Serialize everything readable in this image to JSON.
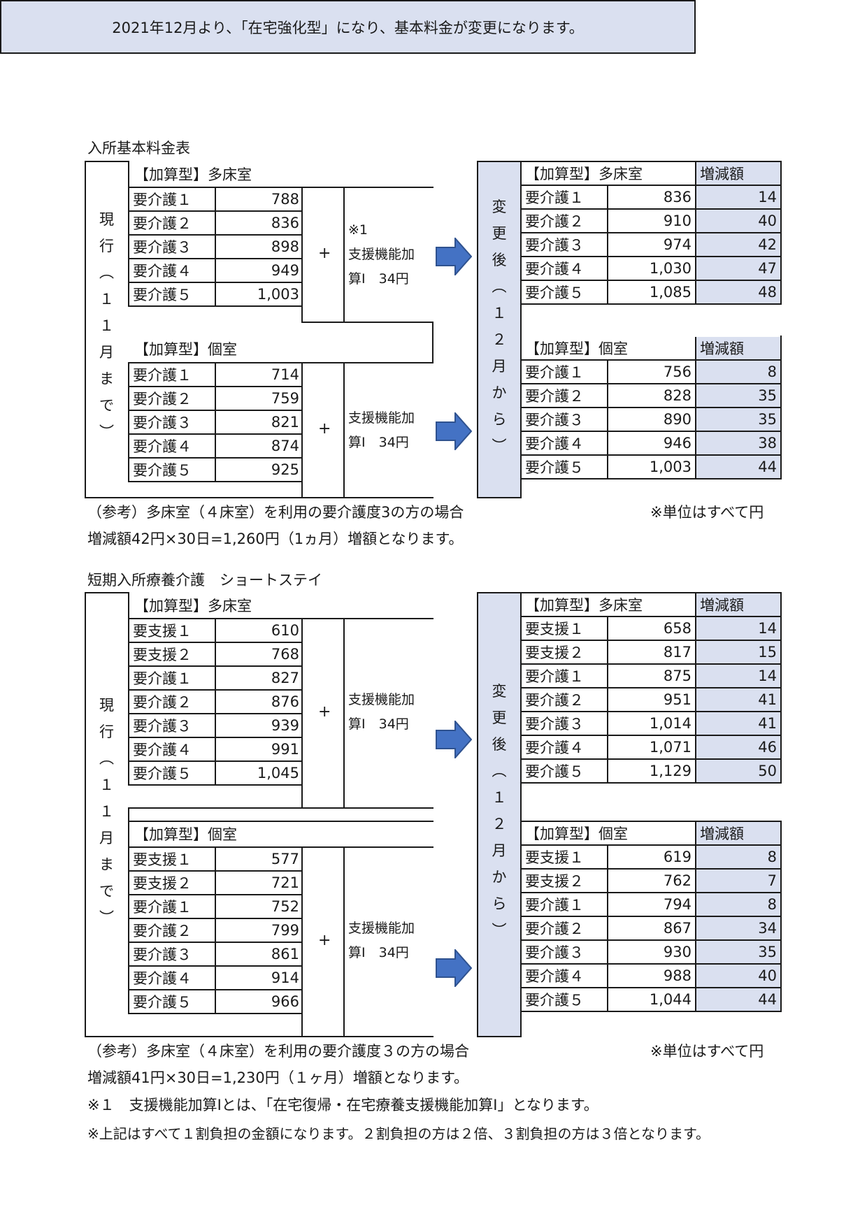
{
  "banner": "2021年12月より、「在宅強化型」になり、基本料金が変更になります。",
  "unit_note": "※単位はすべて円",
  "current_chars": [
    "現",
    "行",
    "︵",
    "１",
    "１",
    "月",
    "ま",
    "で",
    "︶"
  ],
  "after_chars": [
    "変",
    "更",
    "後",
    "︵",
    "１",
    "２",
    "月",
    "か",
    "ら",
    "︶"
  ],
  "plus": "+",
  "diff_header": "増減額",
  "section1": {
    "title": "入所基本料金表",
    "multi_header": "【加算型】多床室",
    "private_header": "【加算型】個室",
    "multi_current": [
      [
        "要介護１",
        "788"
      ],
      [
        "要介護２",
        "836"
      ],
      [
        "要介護３",
        "898"
      ],
      [
        "要介護４",
        "949"
      ],
      [
        "要介護５",
        "1,003"
      ]
    ],
    "multi_addon": [
      "※1",
      "支援機能加",
      "算Ⅰ　34円"
    ],
    "private_current": [
      [
        "要介護１",
        "714"
      ],
      [
        "要介護２",
        "759"
      ],
      [
        "要介護３",
        "821"
      ],
      [
        "要介護４",
        "874"
      ],
      [
        "要介護５",
        "925"
      ]
    ],
    "private_addon": [
      "支援機能加",
      "算Ⅰ　34円"
    ],
    "multi_after": [
      [
        "要介護１",
        "836",
        "14"
      ],
      [
        "要介護２",
        "910",
        "40"
      ],
      [
        "要介護３",
        "974",
        "42"
      ],
      [
        "要介護４",
        "1,030",
        "47"
      ],
      [
        "要介護５",
        "1,085",
        "48"
      ]
    ],
    "private_after": [
      [
        "要介護１",
        "756",
        "8"
      ],
      [
        "要介護２",
        "828",
        "35"
      ],
      [
        "要介護３",
        "890",
        "35"
      ],
      [
        "要介護４",
        "946",
        "38"
      ],
      [
        "要介護５",
        "1,003",
        "44"
      ]
    ],
    "note1": "（参考）多床室（４床室）を利用の要介護度3の方の場合",
    "note2": "増減額42円×30日=1,260円（1ヵ月）増額となります。"
  },
  "section2": {
    "title": "短期入所療養介護　ショートステイ",
    "multi_header": "【加算型】多床室",
    "private_header": "【加算型】個室",
    "multi_current": [
      [
        "要支援１",
        "610"
      ],
      [
        "要支援２",
        "768"
      ],
      [
        "要介護１",
        "827"
      ],
      [
        "要介護２",
        "876"
      ],
      [
        "要介護３",
        "939"
      ],
      [
        "要介護４",
        "991"
      ],
      [
        "要介護５",
        "1,045"
      ]
    ],
    "multi_addon": [
      "支援機能加",
      "算Ⅰ　34円"
    ],
    "private_current": [
      [
        "要支援１",
        "577"
      ],
      [
        "要支援２",
        "721"
      ],
      [
        "要介護１",
        "752"
      ],
      [
        "要介護２",
        "799"
      ],
      [
        "要介護３",
        "861"
      ],
      [
        "要介護４",
        "914"
      ],
      [
        "要介護５",
        "966"
      ]
    ],
    "private_addon": [
      "支援機能加",
      "算Ⅰ　34円"
    ],
    "multi_after": [
      [
        "要支援１",
        "658",
        "14"
      ],
      [
        "要支援２",
        "817",
        "15"
      ],
      [
        "要介護１",
        "875",
        "14"
      ],
      [
        "要介護２",
        "951",
        "41"
      ],
      [
        "要介護３",
        "1,014",
        "41"
      ],
      [
        "要介護４",
        "1,071",
        "46"
      ],
      [
        "要介護５",
        "1,129",
        "50"
      ]
    ],
    "private_after": [
      [
        "要支援１",
        "619",
        "8"
      ],
      [
        "要支援２",
        "762",
        "7"
      ],
      [
        "要介護１",
        "794",
        "8"
      ],
      [
        "要介護２",
        "867",
        "34"
      ],
      [
        "要介護３",
        "930",
        "35"
      ],
      [
        "要介護４",
        "988",
        "40"
      ],
      [
        "要介護５",
        "1,044",
        "44"
      ]
    ],
    "note1": "（参考）多床室（４床室）を利用の要介護度３の方の場合",
    "note2": "増減額41円×30日=1,230円（１ヶ月）増額となります。"
  },
  "footnote1": "※１　支援機能加算Ⅰとは、「在宅復帰・在宅療養支援機能加算Ⅰ」となります。",
  "footnote2": "※上記はすべて１割負担の金額になります。２割負担の方は２倍、３割負担の方は３倍となります。",
  "colors": {
    "highlight": "#dae0f0",
    "arrow": "#4472c4",
    "arrow_border": "#2f528f"
  }
}
